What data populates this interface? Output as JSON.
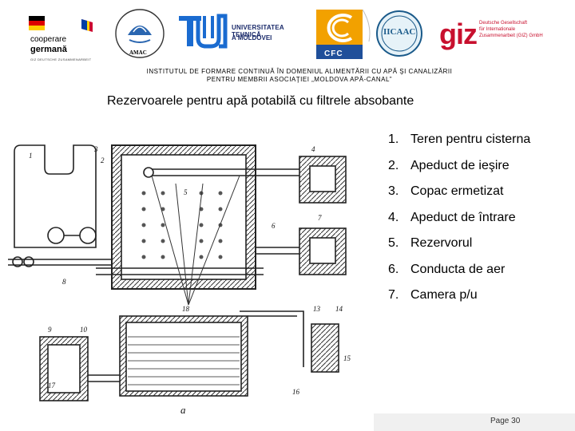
{
  "logos": {
    "cooperation": {
      "line1": "cooperare",
      "line2": "germană",
      "line3": "GIZ DEUTSCHE ZUSAMMENARBEIT"
    },
    "amac": "AMAC",
    "utm": {
      "line1": "UNIVERSITATEA TEHNICĂ",
      "line2": "A MOLDOVEI"
    },
    "cfc": "CFC",
    "iicaac": "IICAAC",
    "giz": {
      "mark": "giz",
      "line1": "Deutsche Gesellschaft",
      "line2": "für Internationale",
      "line3": "Zusammenarbeit (GIZ) GmbH"
    }
  },
  "header": {
    "institute_line1": "INSTITUTUL DE FORMARE CONTINUĂ ÎN DOMENIUL ALIMENTĂRII CU APĂ ŞI CANALIZĂRII",
    "institute_line2": "PENTRU MEMBRII ASOCIAŢIEI „MOLDOVA APĂ-CANAL”"
  },
  "title": "Rezervoarele pentru apă potabilă cu filtrele absobante",
  "legend": [
    {
      "num": "1.",
      "text": "Teren pentru cisterna"
    },
    {
      "num": "2.",
      "text": "Apeduct de ieşire"
    },
    {
      "num": "3.",
      "text": "Copac ermetizat"
    },
    {
      "num": "4.",
      "text": "Apeduct de întrare"
    },
    {
      "num": "5.",
      "text": "Rezervorul"
    },
    {
      "num": "6.",
      "text": "Conducta de aer"
    },
    {
      "num": "7.",
      "text": "Camera p/u"
    }
  ],
  "diagram": {
    "callouts": [
      "1",
      "2",
      "3",
      "4",
      "5",
      "6",
      "7",
      "8",
      "9",
      "10",
      "13",
      "14",
      "15",
      "16",
      "17",
      "18"
    ],
    "caption": "a"
  },
  "footer": {
    "page": "Page 30"
  }
}
